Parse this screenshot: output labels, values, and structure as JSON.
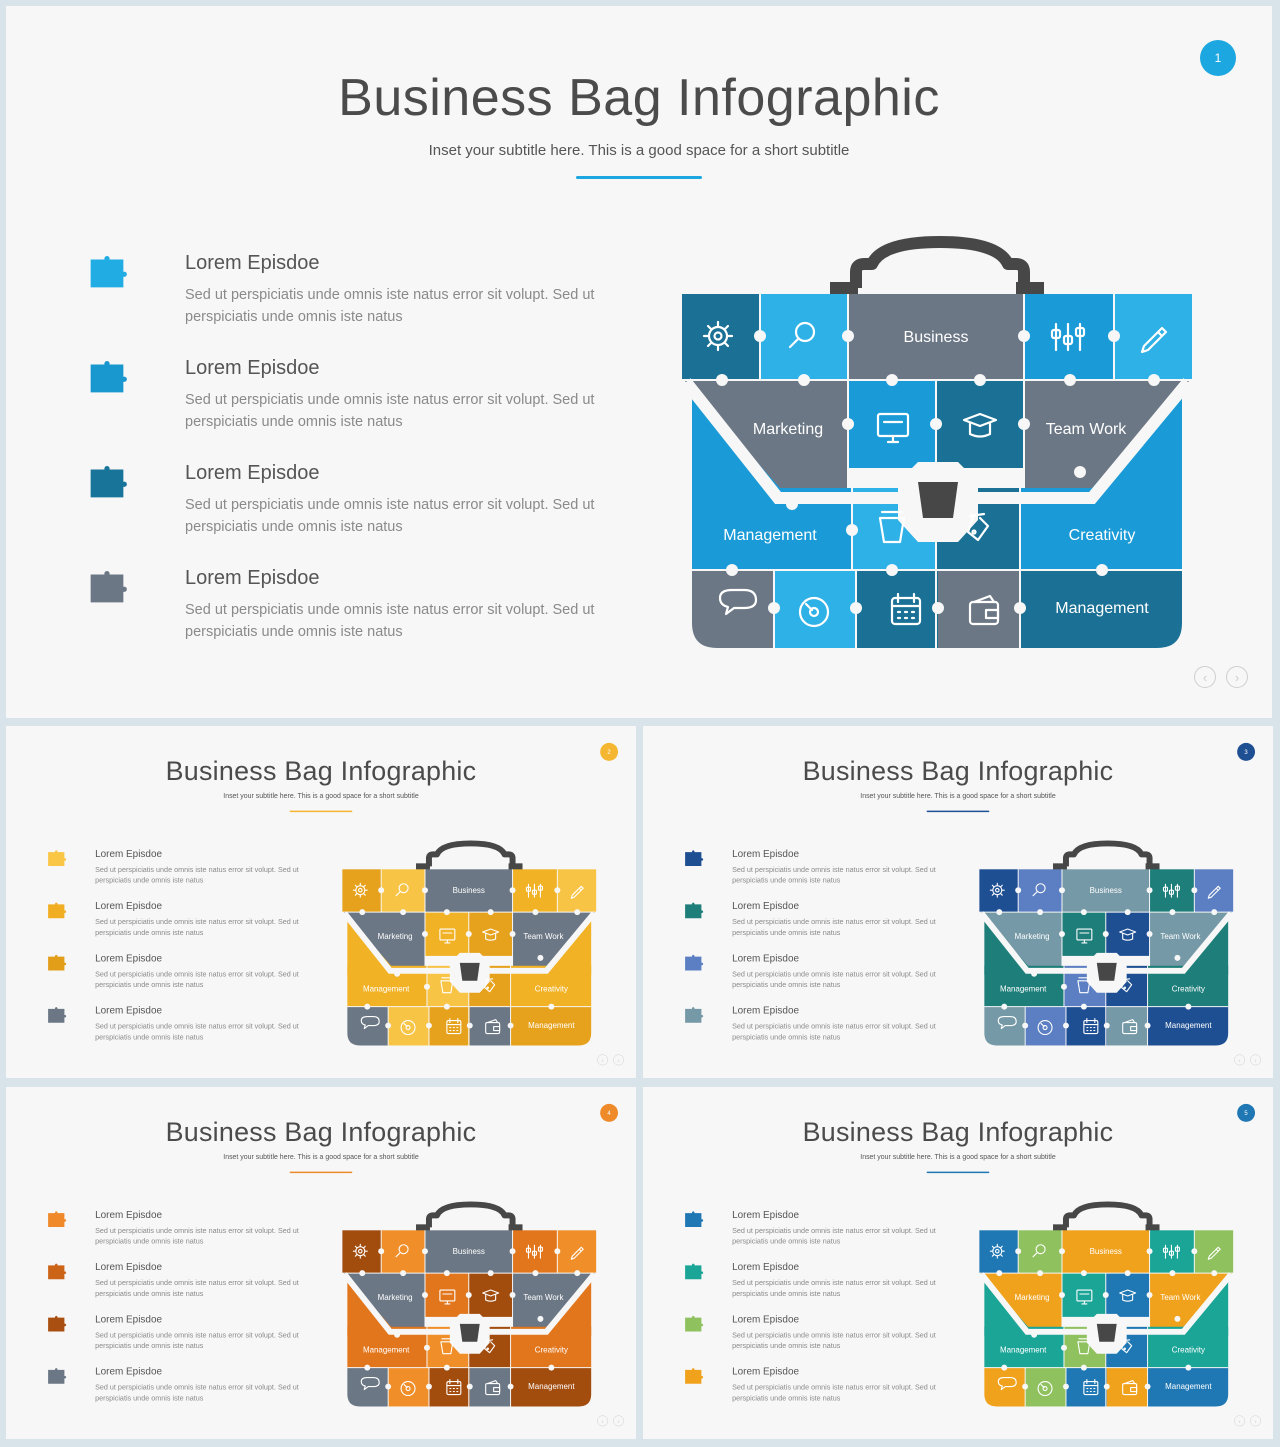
{
  "title": "Business Bag Infographic",
  "subtitle": "Inset your subtitle here. This is a good space for a short subtitle",
  "item_title": "Lorem Episdoe",
  "item_text": "Sed ut perspiciatis unde omnis iste natus error sit volupt. Sed ut perspiciatis unde omnis iste natus",
  "bag_labels": {
    "business": "Business",
    "marketing": "Marketing",
    "team_work": "Team Work",
    "management": "Management",
    "creativity": "Creativity",
    "management_2": "Management"
  },
  "nav": {
    "prev": "‹",
    "next": "›"
  },
  "icons": [
    "gear-icon",
    "search-icon",
    "sliders-icon",
    "pencil-icon",
    "monitor-icon",
    "graduation-cap-icon",
    "cup-icon",
    "flask-icon",
    "chat-bubble-icon",
    "disc-icon",
    "calendar-icon",
    "wallet-icon",
    "puzzle-piece-icon",
    "briefcase-handle-icon"
  ],
  "slides": [
    {
      "page": "1",
      "colors": {
        "dark": "#1b7195",
        "main": "#1a9ad6",
        "light": "#2eb1e6",
        "grey": "#6b7785",
        "accent": "#1ca7e0"
      },
      "item_colors": [
        "#21ade4",
        "#1997cf",
        "#19749a",
        "#6b7785"
      ]
    },
    {
      "page": "2",
      "colors": {
        "dark": "#e6a21c",
        "main": "#f1b226",
        "light": "#f8c445",
        "grey": "#6b7785",
        "accent": "#f5b731"
      },
      "item_colors": [
        "#f9c646",
        "#f1ae22",
        "#e29d19",
        "#6b7785"
      ]
    },
    {
      "page": "3",
      "colors": {
        "dark": "#1f4f93",
        "main": "#1d7e7a",
        "light": "#5b7fc2",
        "grey": "#7599a6",
        "accent": "#1f4f93"
      },
      "item_colors": [
        "#1f4f93",
        "#1d7e7a",
        "#5b7fc2",
        "#7599a6"
      ]
    },
    {
      "page": "4",
      "colors": {
        "dark": "#a24c0e",
        "main": "#e2761c",
        "light": "#f08f2a",
        "grey": "#6b7785",
        "accent": "#ef8a2b"
      },
      "item_colors": [
        "#f0892a",
        "#cc6417",
        "#a94f11",
        "#6b7785"
      ]
    },
    {
      "page": "5",
      "colors": {
        "dark": "#1f77b4",
        "main": "#1ba597",
        "light": "#8fc25f",
        "grey": "#f0a21d",
        "accent": "#1f77b4"
      },
      "item_colors": [
        "#1f77b4",
        "#1ba597",
        "#8fc25f",
        "#f0a21d"
      ]
    }
  ]
}
